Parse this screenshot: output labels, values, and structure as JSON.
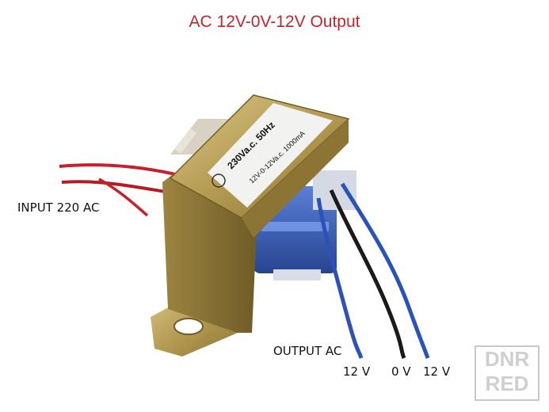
{
  "title": "AC 12V-0V-12V Output",
  "labels": {
    "input": "INPUT 220 AC",
    "output": "OUTPUT AC",
    "tap_left": "12 V",
    "tap_center": "0 V",
    "tap_right": "12 V"
  },
  "transformer": {
    "rating_primary": "230Va.c. 50Hz",
    "rating_secondary": "12V-0-12Va.c. 1000mA"
  },
  "watermark": {
    "line1": "DNR",
    "line2": "RED"
  },
  "colors": {
    "title": "#c8232b",
    "input_wire": "#c8202a",
    "output_wire_outer": "#2a52b8",
    "output_wire_center": "#1a1a1a",
    "frame": "#b59b52"
  }
}
